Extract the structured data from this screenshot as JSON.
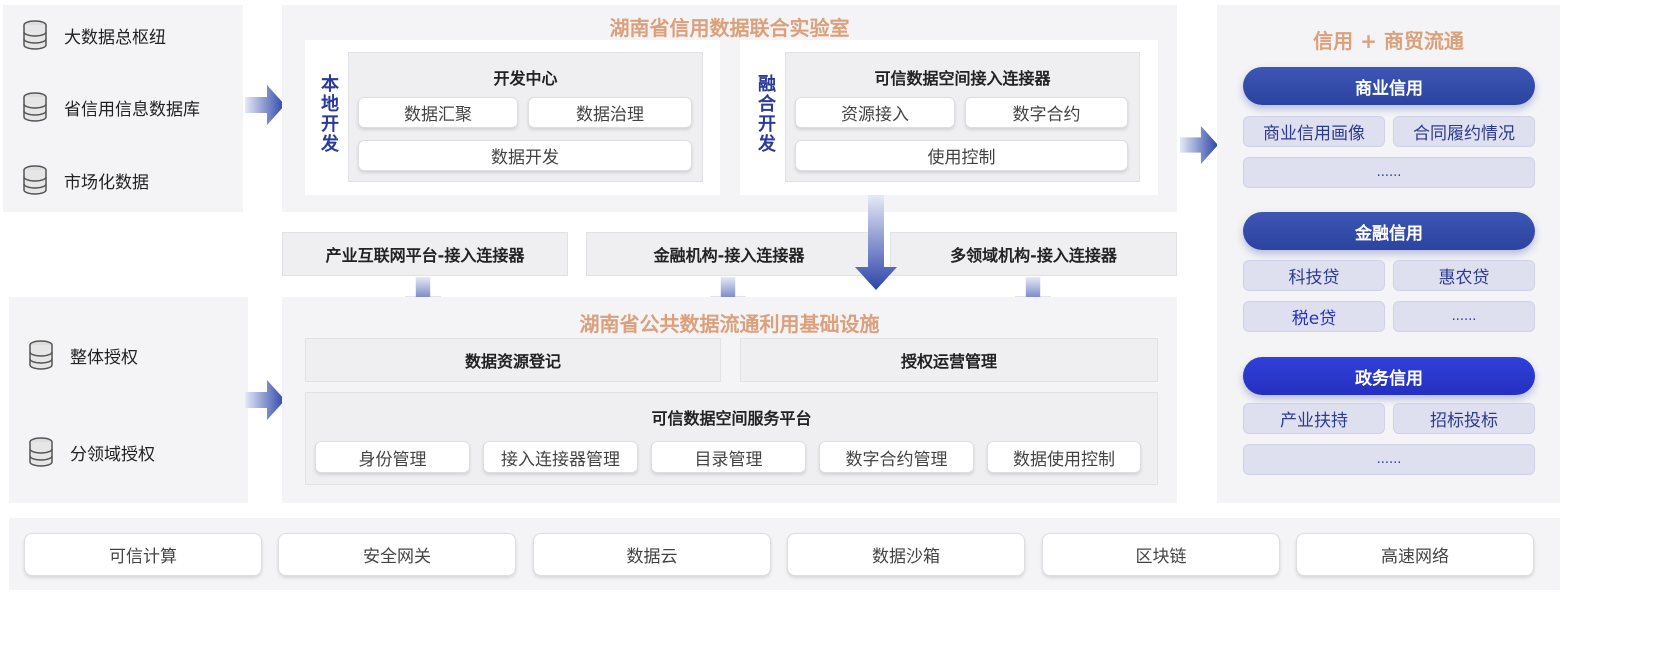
{
  "sources_top": [
    "大数据总枢纽",
    "省信用信息数据库",
    "市场化数据"
  ],
  "sources_bottom": [
    "整体授权",
    "分领域授权"
  ],
  "lab": {
    "title": "湖南省信用数据联合实验室",
    "local": {
      "side_label": "本地开发",
      "title": "开发中心",
      "items": [
        "数据汇聚",
        "数据治理",
        "数据开发"
      ]
    },
    "fusion": {
      "side_label": "融合开发",
      "title": "可信数据空间接入连接器",
      "items": [
        "资源接入",
        "数字合约",
        "使用控制"
      ]
    }
  },
  "connectors": [
    "产业互联网平台-接入连接器",
    "金融机构-接入连接器",
    "多领域机构-接入连接器"
  ],
  "infra": {
    "title": "湖南省公共数据流通利用基础设施",
    "row": [
      "数据资源登记",
      "授权运营管理"
    ],
    "platform": {
      "title": "可信数据空间服务平台",
      "items": [
        "身份管理",
        "接入连接器管理",
        "目录管理",
        "数字合约管理",
        "数据使用控制"
      ]
    }
  },
  "apps": {
    "title": "信用 + 商贸流通",
    "groups": [
      {
        "name": "商业信用",
        "items": [
          "商业信用画像",
          "合同履约情况",
          "......"
        ]
      },
      {
        "name": "金融信用",
        "items": [
          "科技贷",
          "惠农贷",
          "税e贷",
          "......"
        ]
      },
      {
        "name": "政务信用",
        "items": [
          "产业扶持",
          "招标投标",
          "......"
        ]
      }
    ]
  },
  "base": [
    "可信计算",
    "安全网关",
    "数据云",
    "数据沙箱",
    "区块链",
    "高速网络"
  ],
  "colors": {
    "accent": "#2a3a9a",
    "title": "#dba07c",
    "pill": "#3148a8",
    "pill_gov": "#2430c8"
  }
}
